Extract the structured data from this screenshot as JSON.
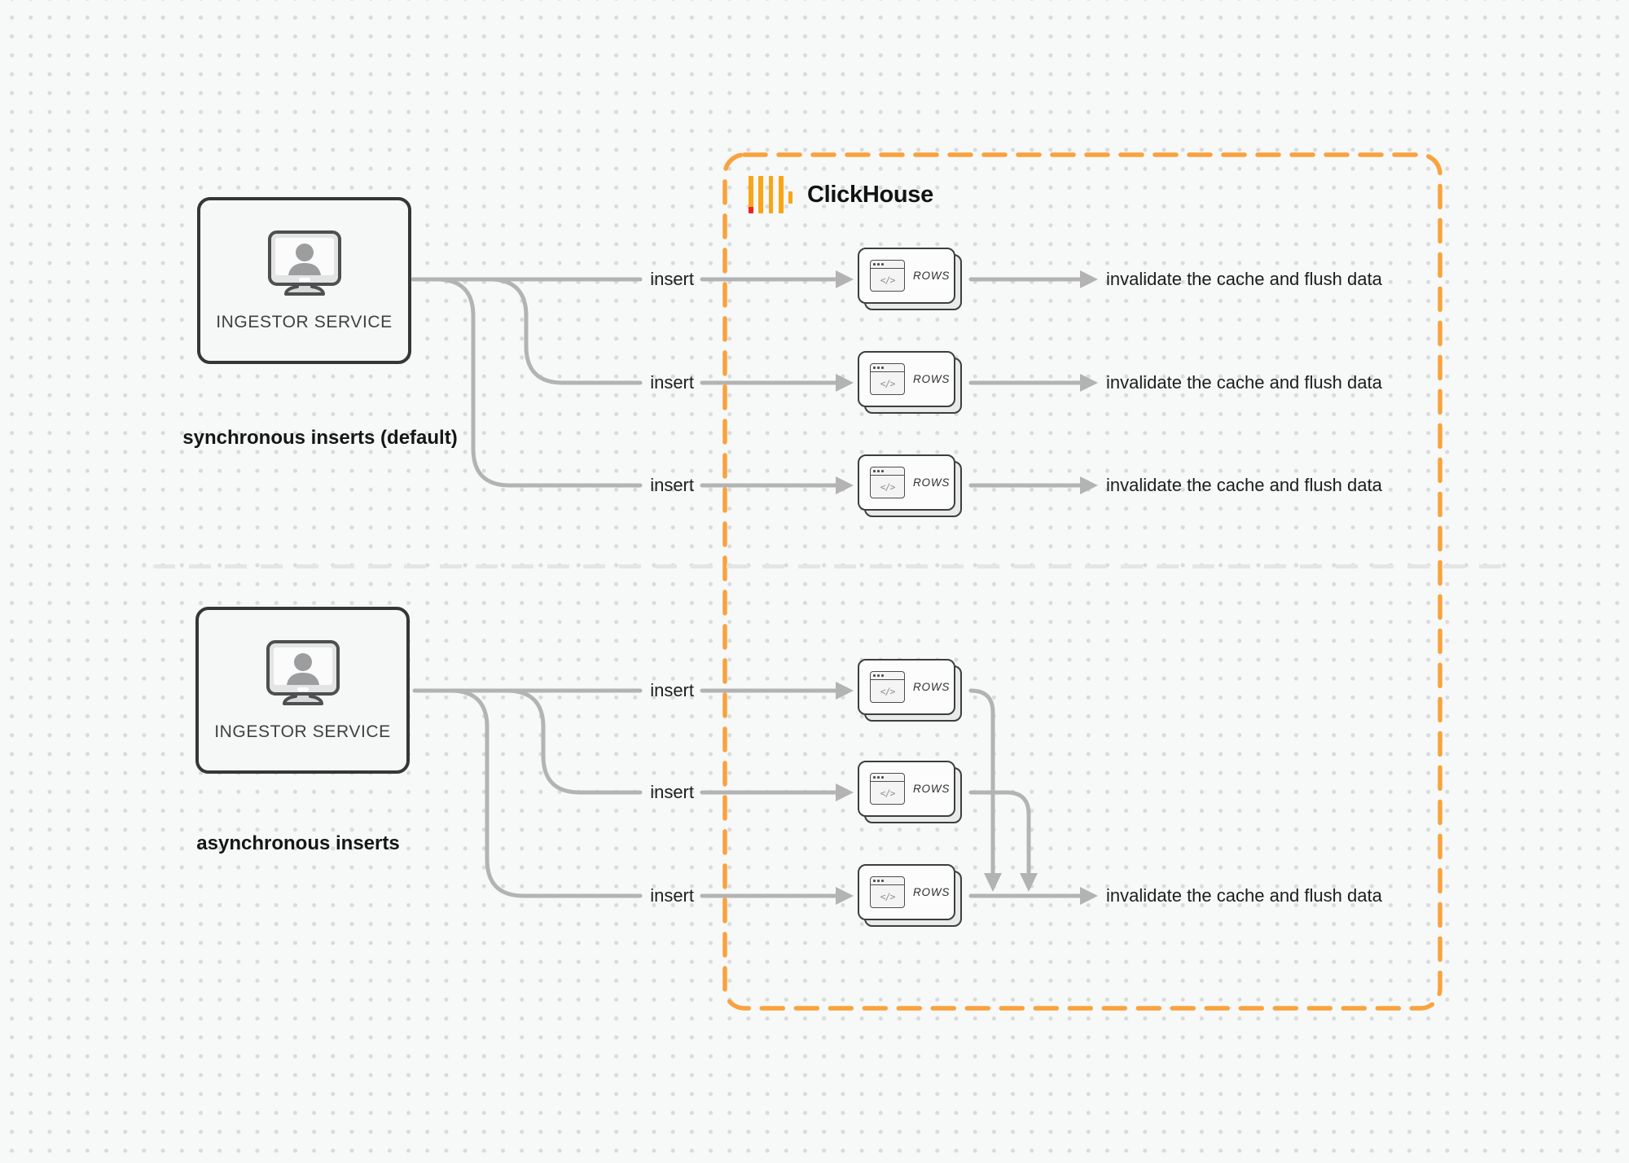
{
  "canvas": {
    "bg": "#f7f8f8",
    "dot_color": "#d9dada"
  },
  "clickhouse": {
    "label": "ClickHouse",
    "border_color": "#F9A23D",
    "bar_color": "#F8A616",
    "accent_red": "#F51F1F"
  },
  "line_color": "#b3b3b3",
  "sync": {
    "caption": "synchronous inserts (default)",
    "source_label": "INGESTOR SERVICE",
    "rows": [
      {
        "insert": "insert",
        "card": "ROWS",
        "code": "</>",
        "result": "invalidate the cache and flush data"
      },
      {
        "insert": "insert",
        "card": "ROWS",
        "code": "</>",
        "result": "invalidate the cache and flush data"
      },
      {
        "insert": "insert",
        "card": "ROWS",
        "code": "</>",
        "result": "invalidate the cache and flush data"
      }
    ]
  },
  "async": {
    "caption": "asynchronous inserts",
    "source_label": "INGESTOR SERVICE",
    "rows": [
      {
        "insert": "insert",
        "card": "ROWS",
        "code": "</>"
      },
      {
        "insert": "insert",
        "card": "ROWS",
        "code": "</>"
      },
      {
        "insert": "insert",
        "card": "ROWS",
        "code": "</>",
        "result": "invalidate the cache and flush data"
      }
    ]
  }
}
